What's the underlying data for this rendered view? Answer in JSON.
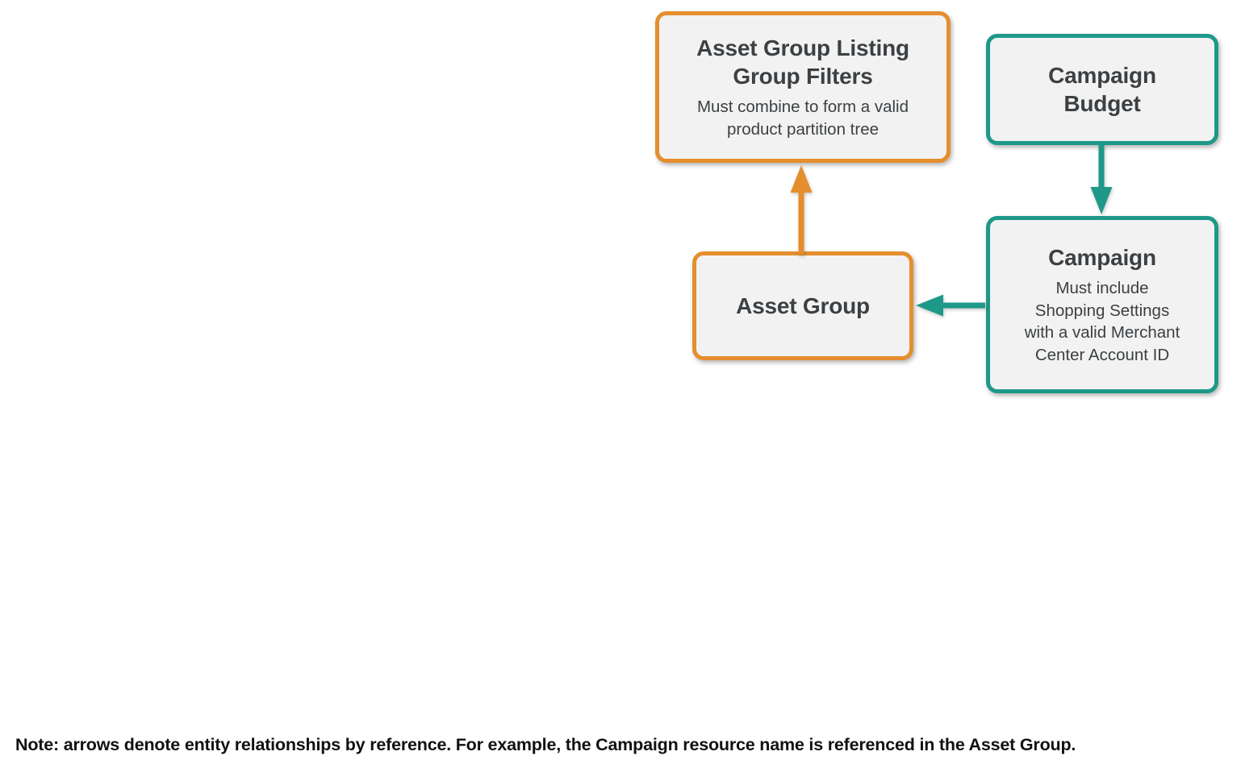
{
  "colors": {
    "orange": "#E58E2D",
    "teal": "#1E9989",
    "box_fill": "#F2F2F2",
    "text": "#3C4043",
    "note_text": "#111111",
    "background": "#FFFFFF"
  },
  "diagram": {
    "nodes": {
      "listing_filters": {
        "title": "Asset Group Listing\nGroup Filters",
        "subtitle": "Must combine to form a valid\nproduct partition tree"
      },
      "campaign_budget": {
        "title": "Campaign\nBudget"
      },
      "asset_group": {
        "title": "Asset Group"
      },
      "campaign": {
        "title": "Campaign",
        "subtitle": "Must include\nShopping Settings\nwith a valid Merchant\nCenter Account ID"
      }
    },
    "edges": [
      {
        "from": "Asset Group",
        "to": "Asset Group Listing Group Filters",
        "color": "orange"
      },
      {
        "from": "Campaign Budget",
        "to": "Campaign",
        "color": "teal"
      },
      {
        "from": "Campaign",
        "to": "Asset Group",
        "color": "teal"
      }
    ],
    "note": "Note: arrows denote entity relationships by reference. For example, the Campaign resource name is referenced in the Asset Group."
  }
}
